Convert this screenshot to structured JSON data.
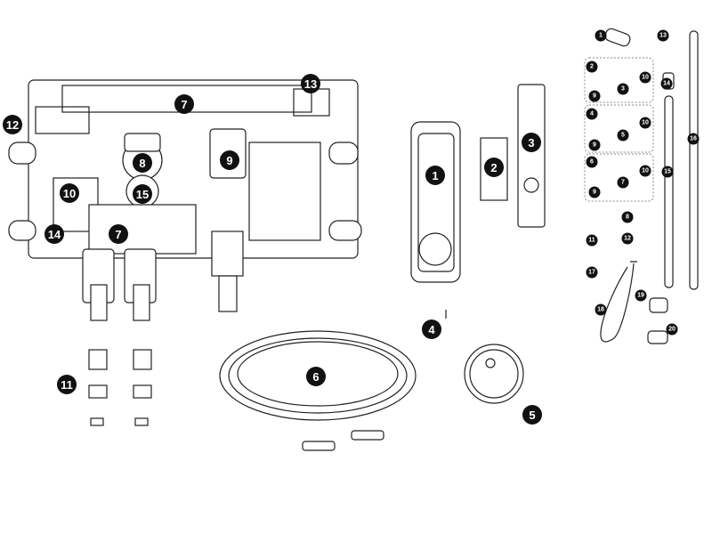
{
  "callouts_left_unit": [
    "7",
    "12",
    "13",
    "8",
    "9",
    "10",
    "15",
    "14",
    "7",
    "11"
  ],
  "callouts_center": [
    "1",
    "2",
    "3",
    "4",
    "6",
    "5"
  ],
  "callouts_right_kit": [
    "1",
    "13",
    "2",
    "10",
    "3",
    "9",
    "14",
    "4",
    "10",
    "5",
    "9",
    "6",
    "10",
    "7",
    "9",
    "15",
    "16",
    "8",
    "11",
    "12",
    "17",
    "18",
    "19",
    "20"
  ]
}
